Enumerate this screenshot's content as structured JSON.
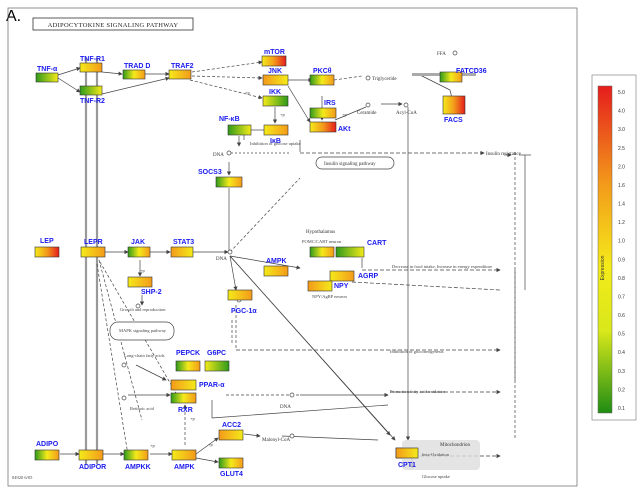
{
  "panel_letter": "A.",
  "pathway_title": "ADIPOCYTOKINE SIGNALING PATHWAY",
  "footer_code": "04920 6/05",
  "colors": {
    "green": "#2e9a1a",
    "yellow": "#f4ea1a",
    "orange": "#f39a1a",
    "red": "#e51d1d"
  },
  "genes": {
    "tnf": "TNF-α",
    "tnfr1": "TNF-R1",
    "tnfr2": "TNF-R2",
    "tradd": "TRAD D",
    "traf2": "TRAF2",
    "mtor": "mTOR",
    "jnk": "JNK",
    "pkcb": "PKCθ",
    "ikk": "IKK",
    "irs": "IRS",
    "akt": "AKt",
    "nfkb": "NF-κB",
    "ikb": "IκB",
    "socs3": "SOCS3",
    "fatcd36": "FATCD36",
    "facs": "FACS",
    "lep": "LEP",
    "lepr": "LEPR",
    "jak": "JAK",
    "stat3": "STAT3",
    "shp2": "SHP-2",
    "ampk_mid": "AMPK",
    "cart": "CART",
    "agrp": "AGRP",
    "npy": "NPY",
    "pgc1": "PGC-1α",
    "pepck": "PEPCK",
    "g6pc": "G6PC",
    "pparа": "PPAR-α",
    "rxr": "RXR",
    "adipo": "ADIPO",
    "adipor": "ADIPOR",
    "ampkk": "AMPKK",
    "ampk_low": "AMPK",
    "acc2": "ACC2",
    "glut4": "GLUT4",
    "cpt1": "CPT1"
  },
  "labels": {
    "ceramide": "Ceramide",
    "acylcoa": "Acyl-CoA",
    "triglyceride": "Triglyceride",
    "ffa": "FFA",
    "dna1": "DNA",
    "dna2": "DNA",
    "dna3": "DNA",
    "inhib_glucose": "Inhibition of glucose uptake",
    "insulin_signaling": "Insulin signaling pathway",
    "insulin_resistance": "Insulin resistance",
    "hypothalamus": "Hypothalamus",
    "pomc_cart": "POMC/CART neuron",
    "npy_agrp": "NPY/AgRP neuron",
    "food_intake": "Decrease in food intake, Increase in energy expenditure",
    "growth": "Growth and reproduction",
    "mapk": "MAPK signaling pathway",
    "lcfa": "Long-chain fatty acids",
    "retinoic": "Retinoic acid",
    "inhib_gluconeo": "Inhibition of gluconeogenesis",
    "fatty_oxidation": "Promotion fatty acid oxidation",
    "malonyl": "Malonyl-CoA",
    "mitochondrion": "Mitochondrion",
    "beta_oxidation": "beta-Oxidation",
    "glucose_uptake": "Glucose uptake",
    "p1": "+p",
    "p2": "+p",
    "p3": "+p",
    "p4": "+p",
    "p5": "+p",
    "p6": "+p",
    "p7": "+p"
  },
  "colorbar": {
    "label": "Expression",
    "ticks": [
      "5.0",
      "4.0",
      "3.0",
      "2.5",
      "2.0",
      "1.6",
      "1.4",
      "1.2",
      "1.0",
      "0.9",
      "0.8",
      "0.7",
      "0.6",
      "0.5",
      "0.4",
      "0.3",
      "0.2",
      "0.1"
    ]
  }
}
